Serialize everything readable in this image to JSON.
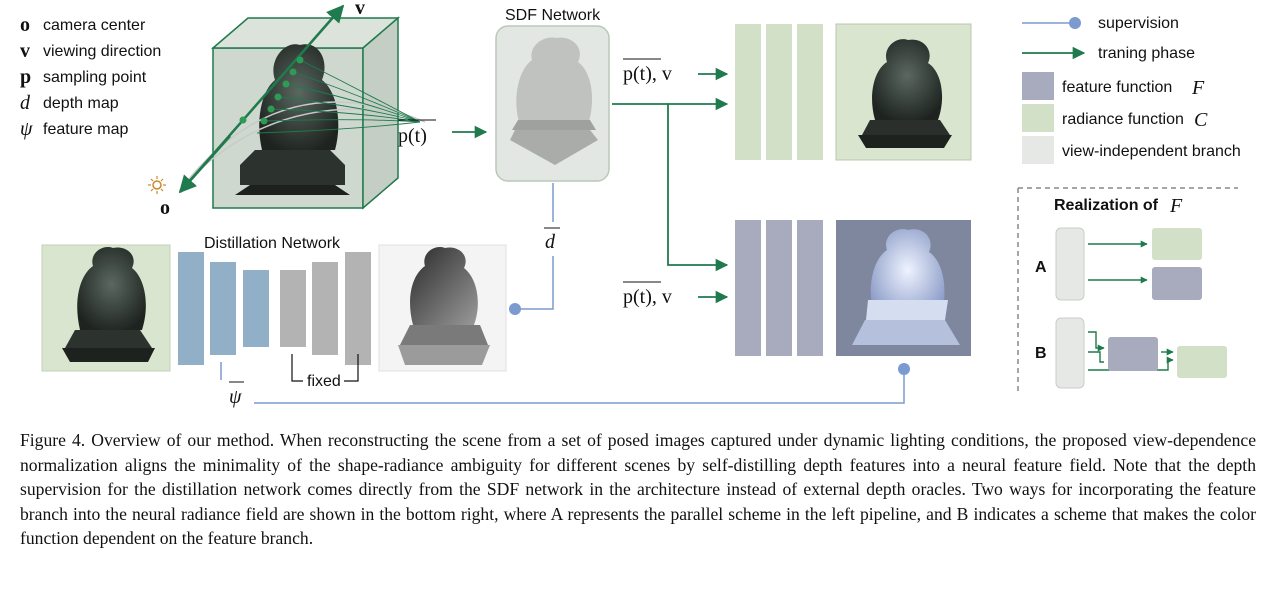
{
  "legend_left": {
    "items": [
      {
        "symbol": "o",
        "label": "camera center"
      },
      {
        "symbol": "v",
        "label": "viewing direction"
      },
      {
        "symbol": "p",
        "label": "sampling point"
      },
      {
        "symbol": "d",
        "label": "depth map"
      },
      {
        "symbol": "ψ",
        "label": "feature map"
      }
    ]
  },
  "legend_right": {
    "supervision": "supervision",
    "training": "traning phase",
    "feature_function": "feature function",
    "feature_symbol": "F",
    "radiance_function": "radiance function",
    "radiance_symbol": "C",
    "view_independent": "view-independent branch"
  },
  "labels": {
    "sdf_network": "SDF  Network",
    "distillation_network": "Distillation Network",
    "fixed": "fixed",
    "v": "v",
    "o": "o",
    "pt": "p(t)",
    "pt_v_top": "p(t), v",
    "pt_v_bottom": "p(t), v",
    "d": "d",
    "psi": "ψ"
  },
  "realization": {
    "title": "Realization of",
    "symbol": "F",
    "a": "A",
    "b": "B"
  },
  "colors": {
    "green": "#1f7a4d",
    "blue_line": "#7b9bd0",
    "feature_box": "#a7abbd",
    "radiance_box": "#d2e0c8",
    "view_indep": "#e6e8e6",
    "distill_blue": "#92afc8",
    "distill_gray": "#b3b3b3"
  },
  "caption": "Figure 4. Overview of our method. When reconstructing the scene from a set of posed images captured under dynamic lighting conditions, the proposed view-dependence normalization aligns the minimality of the shape-radiance ambiguity for different scenes by self-distilling depth features into a neural feature field. Note that the depth supervision for the distillation network comes directly from the SDF network in the architecture instead of external depth oracles. Two ways for incorporating the feature branch into the neural radiance field are shown in the bottom right, where A represents the parallel scheme in the left pipeline, and B indicates a scheme that makes the color function dependent on the feature branch."
}
